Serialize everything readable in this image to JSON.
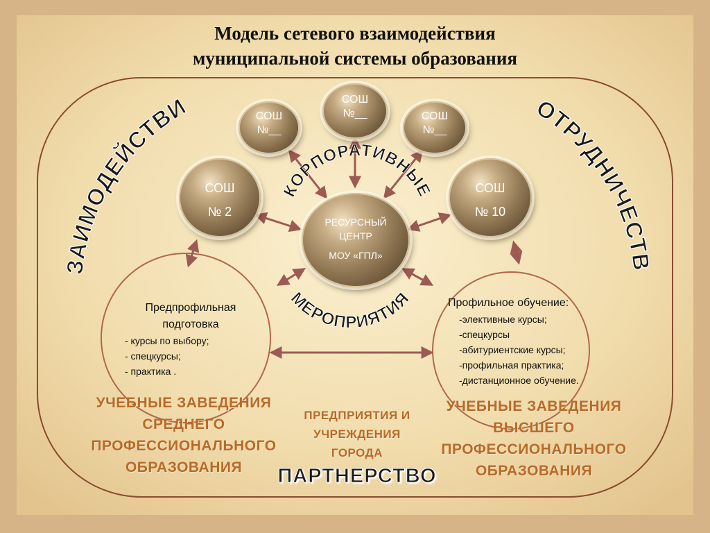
{
  "title": {
    "line1": "Модель сетевого взаимодействия",
    "line2": "муниципальной системы образования"
  },
  "nodes": {
    "school_left": {
      "line1": "СОШ",
      "line2": "№__"
    },
    "school_top": {
      "line1": "СОШ",
      "line2": "№__"
    },
    "school_right": {
      "line1": "СОШ",
      "line2": "№__"
    },
    "school_2": {
      "line1": "СОШ",
      "line2": "№ 2"
    },
    "school_10": {
      "line1": "СОШ",
      "line2": "№ 10"
    },
    "resource_center": {
      "line1": "РЕСУРСНЫЙ",
      "line2": "ЦЕНТР",
      "line3": "МОУ «ГПЛ»"
    }
  },
  "arc_labels": {
    "corporate": "КОРПОРАТИВНЫЕ",
    "events": "МЕРОПРИЯТИЯ",
    "interaction": "ВЗАИМОДЕЙСТВИЕ",
    "cooperation": "СОТРУДНИЧЕСТВО"
  },
  "preprofile": {
    "heading1": "Предпрофильная",
    "heading2": "подготовка",
    "items": [
      "- курсы по выбору;",
      "- спецкурсы;",
      "- практика ."
    ]
  },
  "profile": {
    "heading": "Профильное обучение:",
    "items": [
      "-элективные курсы;",
      "-спецкурсы",
      "-абитуриентские курсы;",
      "-профильная практика;",
      "-дистанционное обучение."
    ]
  },
  "institutions": {
    "secondary": [
      "УЧЕБНЫЕ ЗАВЕДЕНИЯ",
      "СРЕДНЕГО",
      "ПРОФЕССИОНАЛЬНОГО",
      "ОБРАЗОВАНИЯ"
    ],
    "enterprises": [
      "ПРЕДПРИЯТИЯ И",
      "УЧРЕЖДЕНИЯ",
      "ГОРОДА"
    ],
    "higher": [
      "УЧЕБНЫЕ ЗАВЕДЕНИЯ",
      "ВЫСШЕГО",
      "ПРОФЕССИОНАЛЬНОГО",
      "ОБРАЗОВАНИЯ"
    ]
  },
  "partnership": "ПАРТНЕРСТВО",
  "colors": {
    "background": "#d9b98a",
    "panel": "#f3e2b8",
    "frame": "#8a4b30",
    "orange_text": "#b86a28",
    "arrow": "#9c5a52"
  }
}
